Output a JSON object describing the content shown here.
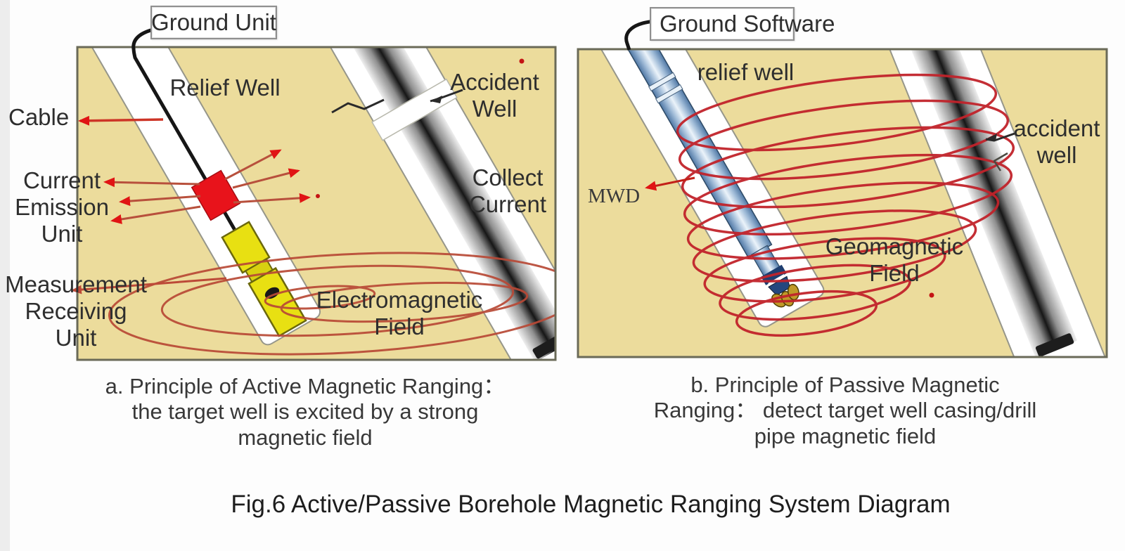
{
  "figure_caption": "Fig.6 Active/Passive Borehole Magnetic Ranging System Diagram",
  "panel_a": {
    "ground_box_label": "Ground Unit",
    "relief_well_label": "Relief Well",
    "accident_well_label": "Accident\nWell",
    "cable_label": "Cable",
    "current_emission_label": "Current\nEmission\nUnit",
    "measurement_label": "Measurement\nReceiving\nUnit",
    "collect_current_label": "Collect\nCurrent",
    "em_field_label": "Electromagnetic\nField",
    "caption": "a. Principle of Active Magnetic Ranging：\nthe target well is excited by a strong\nmagnetic field"
  },
  "panel_b": {
    "ground_box_label": "Ground Software",
    "relief_well_label": "relief well",
    "accident_well_label": "accident\nwell",
    "mwd_label": "MWD",
    "geo_field_label": "Geomagnetic\nField",
    "caption": "b. Principle of Passive Magnetic\nRanging：  detect target well casing/drill\npipe magnetic field"
  },
  "icons": {
    "arrow": "red-arrow",
    "magnetic_field_rings": "concentric-ellipses",
    "geomagnetic_coil": "red-helix",
    "well_break": "zigzag-break-mark"
  },
  "colors": {
    "panel_bg": "#ecdc9c",
    "panel_border": "#6a6a58",
    "well_white": "#ffffff",
    "arrow_red": "#e01414",
    "emission_unit_red": "#e8131b",
    "field_ring_red": "#b84936",
    "coil_red": "#c1232b",
    "tool_yellow": "#e8e012",
    "drill_pipe_blue": "#9db9d6",
    "text": "#2e2e2e"
  }
}
